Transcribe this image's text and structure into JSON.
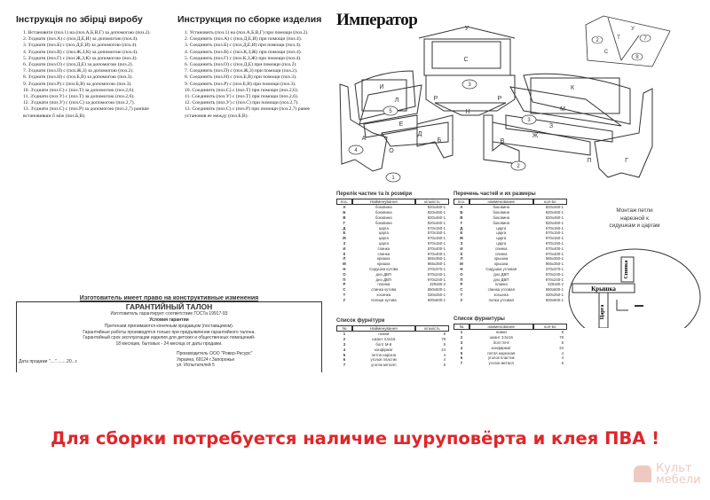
{
  "instructions_ua": {
    "title": "Інструкція по збірці виробу",
    "steps": [
      "1. Встановити (поз.1) на (поз.А,Б,В,Г) за допомогою (поз.2).",
      "2. З'єднати (поз.А) с (поз.Д,Е,И) за допомогою (поз.4).",
      "3. З'єднати (поз.Б) с (поз.Д,Е,И) за допомогою (поз.4).",
      "4. З'єднати (поз.В) с (поз.Ж,З,К) за допомогою (поз.4).",
      "5. З'єднати (поз.Г) с (поз.Ж,З,К) за допомогою (поз.4).",
      "6. З'єднати (поз.О) с (поз.Д,Е) за допомогою (поз.2).",
      "7. З'єднати (поз.П) с (поз.Ж,З) за допомогою (поз.2).",
      "8. З'єднати (поз.Н) с (поз.Б,В) за допомогою (поз.3).",
      "9. З'єднати (поз.Р) с (поз.Б,В) за допомогою (поз.3).",
      "10. З'єднати (поз.С) с (поз.Т) за допомогою (поз.2,6).",
      "11. З'єднати (поз.У) с (поз.Т) за допомогою (поз.2,6).",
      "12. З'єднати (поз.У) с (поз.С) за допомогою (поз.2,7).",
      "13. З'єднати (поз.С) с (поз.Р) за допомогою (поз.2,7) раніше встановивши її між (поз.Б,В)."
    ]
  },
  "instructions_ru": {
    "title": "Инструкция по сборке изделия",
    "steps": [
      "1. Установить (поз.1) на (поз.А,Б,В,Г) при помощи (поз.2).",
      "2. Соединить (поз.А) с (поз.Д,Е,И) при помощи (поз.4).",
      "3. Соединить (поз.Б) с (поз.Д,Е,И) при помощи (поз.4).",
      "4. Соединить (поз.В) с (поз.К,З,Ж) при помощи (поз.4).",
      "5. Соединить (поз.Г) с (поз.К,З,Ж) при помощи (поз.4).",
      "6. Соединить (поз.О) с (поз.Д,Е) при помощи (поз.2).",
      "7. Соединить (поз.П) с (поз.Ж,З) при помощи (поз.2).",
      "8. Соединить (поз.Н) с (поз.Б,В) при помощи (поз.3).",
      "9. Соединить (поз.Р) с (поз.Б,В) при помощи (поз.3).",
      "10. Соединить (поз.С) с (поз.Т) при помощи (поз.2,6).",
      "11. Соединить (поз.У) с (поз.Т) при помощи (поз.2,6).",
      "12. Соединить (поз.У) с (поз.С) при помощи (поз.2,7).",
      "13. Соединить (поз.С) с (поз.Р) при помощи (поз.2,7) ранее установив ее между (поз.Б,В)."
    ]
  },
  "product_title": "Император",
  "diagram": {
    "labels": [
      "У",
      "С",
      "И",
      "Л",
      "Р",
      "Р",
      "Н",
      "К",
      "М",
      "З",
      "Ж",
      "Е",
      "Д",
      "А",
      "Б",
      "О",
      "В",
      "П",
      "Г"
    ],
    "callouts": [
      "3",
      "5",
      "4",
      "1",
      "3",
      "2"
    ],
    "inset_labels": [
      "Т",
      "У",
      "С"
    ],
    "inset_callouts": [
      "2",
      "7",
      "8"
    ]
  },
  "warranty": {
    "notice": "Изготовитель имеет право на конструктивные изменения",
    "title": "ГАРАНТИЙНЫЙ ТАЛОН",
    "gost": "Изготовитель гарантирует соответствие ГОСТа 19917-93",
    "conditions": "Условия гарантии",
    "lines": [
      "Претензии принимаются конечным продавцом (поставщиком).",
      "Гарантийные работы производятся только при предъявлении гарантийного талона.",
      "Гарантийный срок эксплуатации изделия для детских и общественных помещений-",
      "18 месяцев, бытовых - 24 месяца от даты продажи."
    ],
    "sale_date": "Дата продажи \"....\"........20...г.",
    "manufacturer": [
      "Производитель ООО \"Ровер-Ресурс\"",
      "Украина, 69124 г.Запорожье",
      "ул. Испытателей 5"
    ]
  },
  "parts_ua": {
    "caption": "Перелік частин та їх розміри",
    "headers": [
      "поз.",
      "Найменування",
      "кількість"
    ],
    "rows": [
      [
        "А",
        "боковина",
        "820х460-1"
      ],
      [
        "Б",
        "боковина",
        "820х460-1"
      ],
      [
        "В",
        "боковина",
        "820х460-1"
      ],
      [
        "Г",
        "боковина",
        "820х460-1"
      ],
      [
        "Д",
        "царга",
        "570х150-1"
      ],
      [
        "Е",
        "царга",
        "570х150-1"
      ],
      [
        "Ж",
        "царга",
        "970х150-1"
      ],
      [
        "З",
        "царга",
        "970х150-1"
      ],
      [
        "И",
        "спинка",
        "570х400-1"
      ],
      [
        "К",
        "спинка",
        "970х400-1"
      ],
      [
        "Л",
        "кришка",
        "565х350-1"
      ],
      [
        "М",
        "кришка",
        "965х350-1"
      ],
      [
        "Н",
        "Сидушка кутова",
        "370х370-1"
      ],
      [
        "О",
        "дно ДВП",
        "570х240-1"
      ],
      [
        "П",
        "дно ДВП",
        "970х240-1"
      ],
      [
        "Р",
        "планка",
        "320х80-2"
      ],
      [
        "С",
        "спинка кутова",
        "650х600-1"
      ],
      [
        "Т",
        "косинка",
        "330х250-1"
      ],
      [
        "У",
        "полиця кутова",
        "500х500-1"
      ]
    ]
  },
  "parts_ru": {
    "caption": "Перечень частей и их размеры",
    "headers": [
      "поз.",
      "наименование",
      "кол-во"
    ],
    "rows": [
      [
        "А",
        "боковина",
        "820х460-1"
      ],
      [
        "Б",
        "боковина",
        "820х460-1"
      ],
      [
        "В",
        "боковина",
        "820х460-1"
      ],
      [
        "Г",
        "боковина",
        "820х460-1"
      ],
      [
        "Д",
        "царга",
        "570х150-1"
      ],
      [
        "Е",
        "царга",
        "570х150-1"
      ],
      [
        "Ж",
        "царга",
        "970х150-1"
      ],
      [
        "З",
        "царга",
        "970х150-1"
      ],
      [
        "И",
        "спинка",
        "570х400-1"
      ],
      [
        "К",
        "спинка",
        "970х400-1"
      ],
      [
        "Л",
        "крышка",
        "565х350-1"
      ],
      [
        "М",
        "крышка",
        "965х350-1"
      ],
      [
        "Н",
        "Сидушка угловая",
        "370х370-1"
      ],
      [
        "О",
        "дно ДВП",
        "570х240-1"
      ],
      [
        "П",
        "дно ДВП",
        "970х240-1"
      ],
      [
        "Р",
        "планка",
        "320х80-2"
      ],
      [
        "С",
        "спинка угловая",
        "650х600-1"
      ],
      [
        "Т",
        "косынка",
        "330х250-1"
      ],
      [
        "У",
        "полка угловая",
        "500х500-1"
      ]
    ]
  },
  "hardware_ua": {
    "caption": "Список фурнітури",
    "headers": [
      "№",
      "Найменування",
      "кількість"
    ],
    "rows": [
      [
        "1",
        "ножки",
        "8"
      ],
      [
        "2",
        "шкант 3,5х16",
        "78"
      ],
      [
        "3",
        "болт М-8",
        "8"
      ],
      [
        "4",
        "конфірмат",
        "24"
      ],
      [
        "5",
        "петля нарізна",
        "4"
      ],
      [
        "6",
        "уголок пластик",
        "4"
      ],
      [
        "7",
        "уголок металл",
        "6"
      ]
    ]
  },
  "hardware_ru": {
    "caption": "Список фурнитуры",
    "headers": [
      "№",
      "наименование",
      "кол-во"
    ],
    "rows": [
      [
        "1",
        "ножки",
        "8"
      ],
      [
        "2",
        "шкант 3,5х16",
        "78"
      ],
      [
        "3",
        "болт М-8",
        "8"
      ],
      [
        "4",
        "конфирмат",
        "24"
      ],
      [
        "5",
        "петля нарезная",
        "4"
      ],
      [
        "6",
        "уголок пластик",
        "4"
      ],
      [
        "7",
        "уголок металл",
        "6"
      ]
    ]
  },
  "hinge_note": {
    "text": [
      "Монтаж петли",
      "нарезной к",
      "сидушкам и царгам"
    ],
    "labels": [
      "Крышка",
      "Спинка",
      "Царга"
    ]
  },
  "banner": "Для сборки потребуется наличие шуруповёрта и клея ПВА !",
  "logo": [
    "Культ",
    "мебели"
  ],
  "colors": {
    "banner": "#e0262a",
    "logo": "#efc9c0"
  }
}
